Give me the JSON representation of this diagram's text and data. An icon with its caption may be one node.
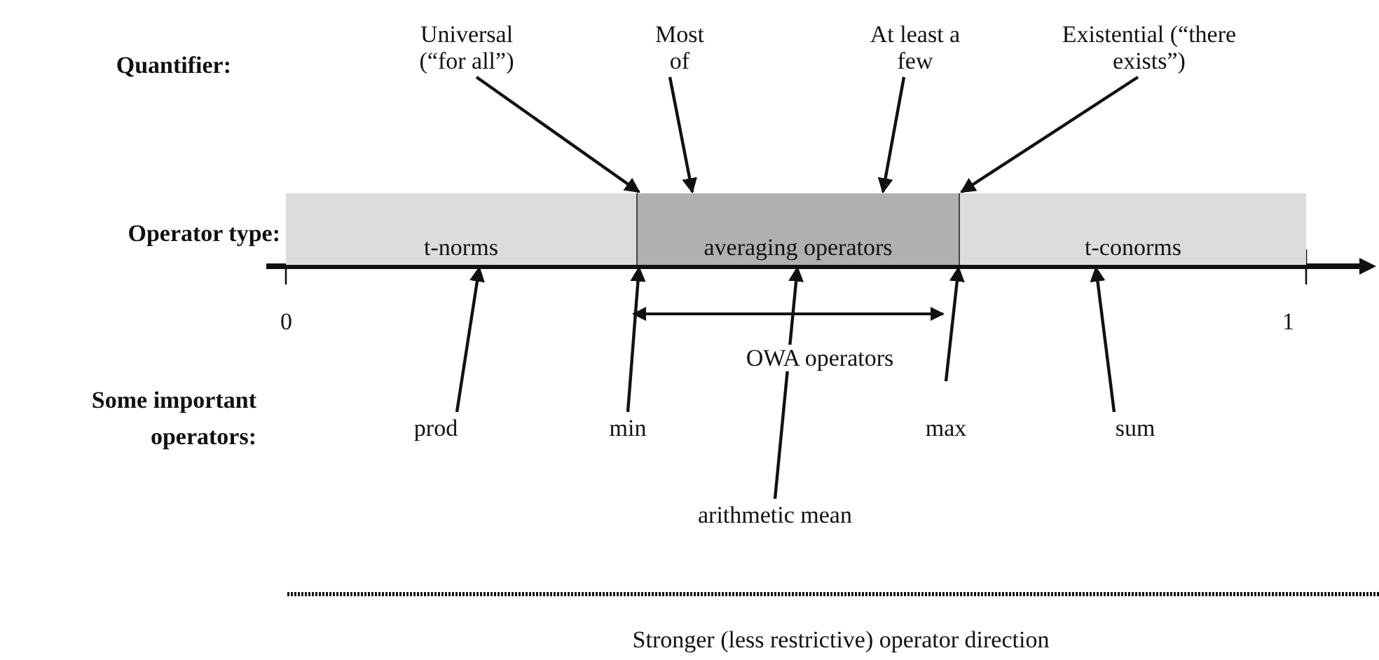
{
  "diagram": {
    "nodes": [
      {
        "text": [
          "Universal (“for all”)"
        ]
      },
      {
        "text": [
          "Most of"
        ]
      },
      {
        "text": [
          "At least a few"
        ]
      },
      {
        "text": [
          "Existential (“there exists”)"
        ]
      },
      {
        "text": [
          "t-norms"
        ]
      },
      {
        "text": [
          "averaging operators"
        ]
      },
      {
        "text": [
          "t-conorms"
        ]
      },
      {
        "text": [
          "prod"
        ]
      },
      {
        "text": [
          "min"
        ]
      },
      {
        "text": [
          "arithmetic mean"
        ]
      },
      {
        "text": [
          "max"
        ]
      },
      {
        "text": [
          "sum"
        ]
      }
    ],
    "edges": [
      {
        "from": 0,
        "to": 5,
        "arrow": "to"
      },
      {
        "from": 1,
        "to": 5,
        "arrow": "to"
      },
      {
        "from": 2,
        "to": 5,
        "arrow": "to"
      },
      {
        "from": 3,
        "to": 5,
        "arrow": "to"
      },
      {
        "from": 7,
        "to": 4,
        "arrow": "to"
      },
      {
        "from": 8,
        "to": 5,
        "arrow": "to"
      },
      {
        "from": 9,
        "to": 5,
        "arrow": "to"
      },
      {
        "from": 10,
        "to": 5,
        "arrow": "to"
      },
      {
        "from": 11,
        "to": 6,
        "arrow": "to"
      }
    ],
    "labels": [
      "Quantifier:",
      "Operator type:",
      "0",
      "1",
      "OWA operators",
      "Some important operators:",
      "Stronger (less restrictive) operator direction"
    ]
  }
}
